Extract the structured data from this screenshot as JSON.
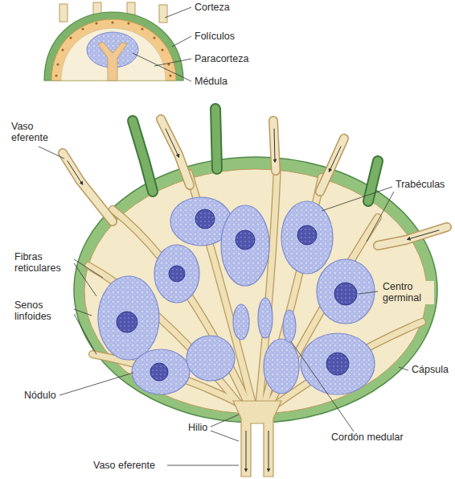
{
  "diagram": {
    "labels": [
      "Corteza",
      "Folículos",
      "Paracorteza",
      "Médula",
      "Vaso eferente",
      "Trabéculas",
      "Fibras reticulares",
      "Senos linfoides",
      "Centro germinal",
      "Cápsula",
      "Nódulo",
      "Hilio",
      "Cordón medular",
      "Vaso eferente"
    ]
  }
}
